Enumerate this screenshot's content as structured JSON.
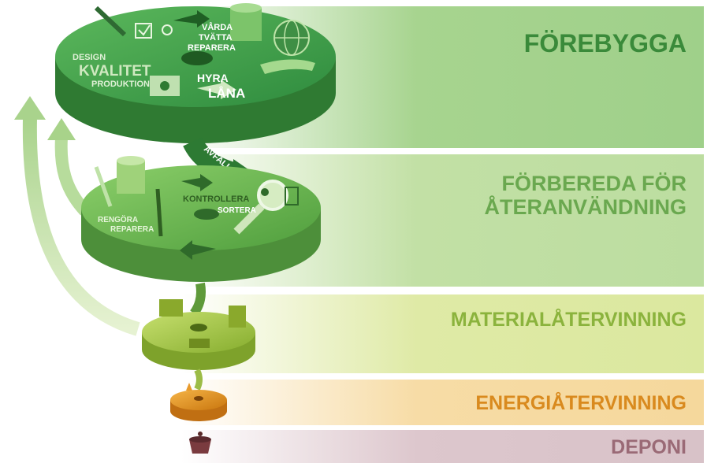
{
  "colors": {
    "forebygga": "#3a8a3a",
    "forbereda": "#6aa84f",
    "material": "#8bb33d",
    "energi": "#d98a1e",
    "deponi": "#9a6a76"
  },
  "levels": [
    {
      "label_line1": "FÖREBYGGA"
    },
    {
      "label_line1": "FÖRBEREDA FÖR",
      "label_line2": "ÅTERANVÄNDNING"
    },
    {
      "label_line1": "MATERIALÅTERVINNING"
    },
    {
      "label_line1": "ENERGIÅTERVINNING"
    },
    {
      "label_line1": "DEPONI"
    }
  ],
  "disc_top": {
    "design": "DESIGN",
    "kvalitet": "KVALITET",
    "produktion": "PRODUKTION",
    "varda": "VÅRDA",
    "tvatta": "TVÄTTA",
    "reparera": "REPARERA",
    "hyra": "HYRA",
    "lana": "LÅNA"
  },
  "avfall": "AVFALL",
  "disc_mid": {
    "kontrollera": "KONTROLLERA",
    "sortera": "SORTERA",
    "rengora": "RENGÖRA",
    "reparera": "REPARERA"
  },
  "icons": [
    "pen-icon",
    "checkbox-icon",
    "lightbulb-icon",
    "paint-can-icon",
    "globe-icon",
    "hand-icon",
    "factory-icon",
    "paint-brush-icon",
    "screwdriver-icon",
    "magnifier-icon",
    "chair-icon",
    "lamp-icon",
    "recycling-machine-icon",
    "fire-icon",
    "pot-icon"
  ]
}
